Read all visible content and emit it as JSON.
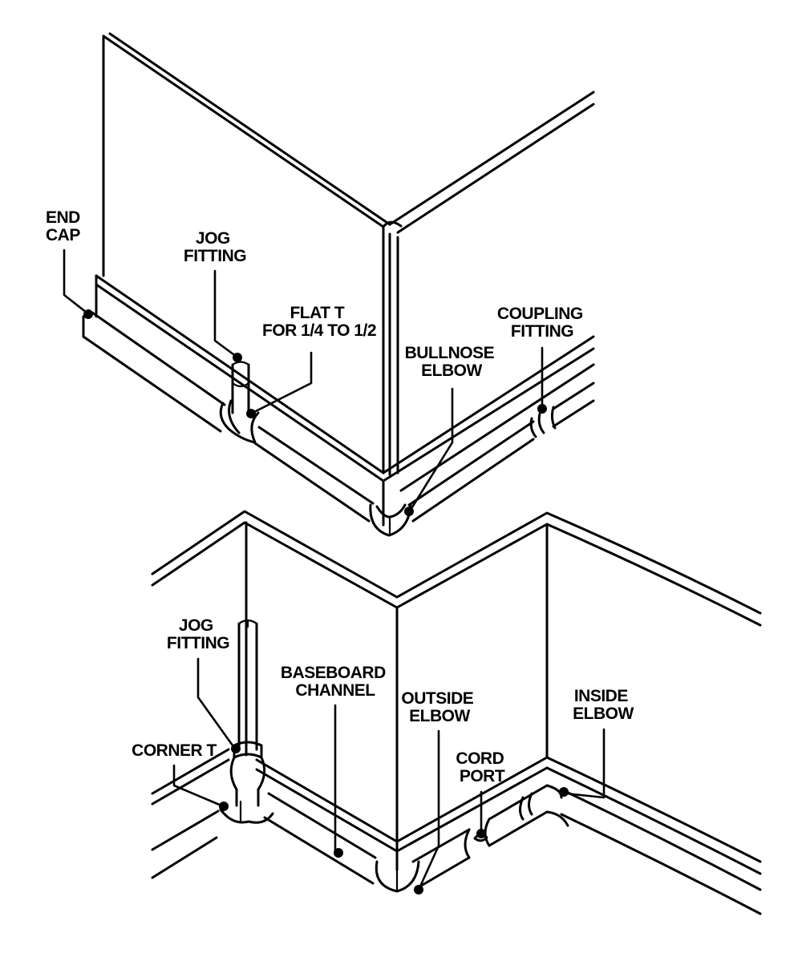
{
  "labels": {
    "end_cap": [
      "END",
      "CAP"
    ],
    "jog_fitting_top": [
      "JOG",
      "FITTING"
    ],
    "flat_t": [
      "FLAT T",
      "FOR 1/4 TO 1/2"
    ],
    "bullnose_elbow": [
      "BULLNOSE",
      "ELBOW"
    ],
    "coupling_fitting": [
      "COUPLING",
      "FITTING"
    ],
    "jog_fitting_bottom": [
      "JOG",
      "FITTING"
    ],
    "baseboard_channel": [
      "BASEBOARD",
      "CHANNEL"
    ],
    "outside_elbow": [
      "OUTSIDE",
      "ELBOW"
    ],
    "cord_port": [
      "CORD",
      "PORT"
    ],
    "inside_elbow": [
      "INSIDE",
      "ELBOW"
    ],
    "corner_t": [
      "CORNER T"
    ]
  },
  "colors": {
    "line": "#000000",
    "background": "#ffffff"
  }
}
